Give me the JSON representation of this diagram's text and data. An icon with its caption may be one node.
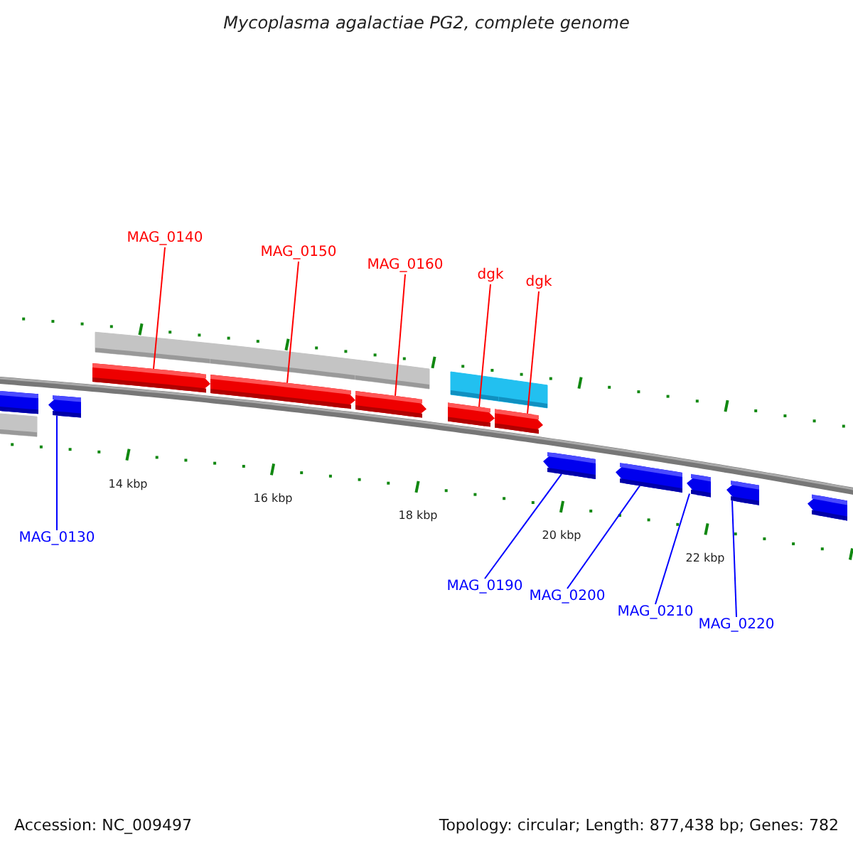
{
  "diagram": {
    "title": "Mycoplasma agalactiae PG2, complete genome",
    "nodes": [
      {
        "text": [
          "MAG_0140"
        ]
      },
      {
        "text": [
          "MAG_0150"
        ]
      },
      {
        "text": [
          "MAG_0160"
        ]
      },
      {
        "text": [
          "dgk"
        ]
      },
      {
        "text": [
          "dgk"
        ]
      },
      {
        "text": [
          "MAG_0130"
        ]
      },
      {
        "text": [
          "MAG_0190"
        ]
      },
      {
        "text": [
          "MAG_0200"
        ]
      },
      {
        "text": [
          "MAG_0210"
        ]
      },
      {
        "text": [
          "MAG_0220"
        ]
      },
      {
        "text": [],
        "shape": "bar"
      },
      {
        "text": [],
        "shape": "bar"
      },
      {
        "text": [],
        "shape": "bar"
      },
      {
        "text": [],
        "shape": "bar"
      },
      {
        "text": [],
        "shape": "bar"
      },
      {
        "text": [],
        "shape": "bar"
      },
      {
        "text": [],
        "shape": "bar"
      },
      {
        "text": [],
        "shape": "bar"
      },
      {
        "text": [],
        "shape": "bar"
      },
      {
        "text": [],
        "shape": "bar"
      },
      {
        "text": [],
        "shape": "bar"
      },
      {
        "text": [],
        "shape": "bar"
      }
    ],
    "edges": [
      {
        "from": 0,
        "to": 12,
        "arrow": "none",
        "color": "#ff0000"
      },
      {
        "from": 1,
        "to": 13,
        "arrow": "none",
        "color": "#ff0000"
      },
      {
        "from": 2,
        "to": 14,
        "arrow": "none",
        "color": "#ff0000"
      },
      {
        "from": 3,
        "to": 15,
        "arrow": "none",
        "color": "#ff0000"
      },
      {
        "from": 4,
        "to": 16,
        "arrow": "none",
        "color": "#ff0000"
      },
      {
        "from": 5,
        "to": 11,
        "arrow": "none",
        "color": "#0000ff"
      },
      {
        "from": 6,
        "to": 17,
        "arrow": "none",
        "color": "#0000ff"
      },
      {
        "from": 7,
        "to": 18,
        "arrow": "none",
        "color": "#0000ff"
      },
      {
        "from": 8,
        "to": 19,
        "arrow": "none",
        "color": "#0000ff"
      },
      {
        "from": 9,
        "to": 20,
        "arrow": "none",
        "color": "#0000ff"
      }
    ],
    "labels": [
      "14 kbp",
      "16 kbp",
      "18 kbp",
      "20 kbp",
      "22 kbp",
      "Accession: NC_009497",
      "Topology: circular; Length: 877,438 bp; Genes: 782"
    ]
  }
}
